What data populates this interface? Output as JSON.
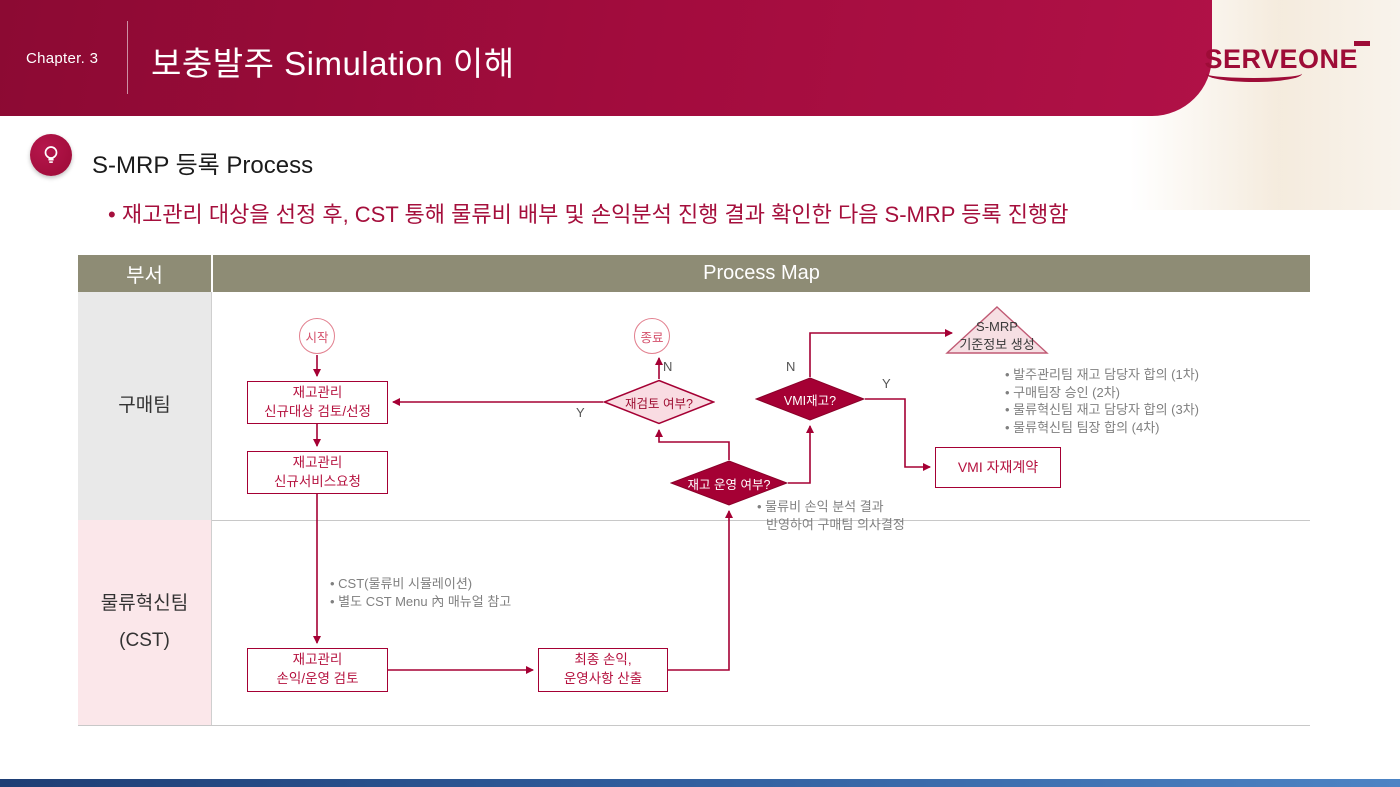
{
  "header": {
    "chapter": "Chapter. 3",
    "title": "보충발주 Simulation 이해",
    "brand": "SERVEONE"
  },
  "section": {
    "heading": "S-MRP 등록 Process",
    "bullet": "재고관리 대상을 선정 후, CST 통해 물류비 배부 및 손익분석 진행 결과 확인한 다음 S-MRP 등록 진행함"
  },
  "table": {
    "col_department": "부서",
    "col_process": "Process Map",
    "lanes": [
      {
        "label": "구매팀",
        "sublabel": ""
      },
      {
        "label": "물류혁신팀",
        "sublabel": "(CST)"
      }
    ]
  },
  "flowchart": {
    "nodes": {
      "start": {
        "label": "시작"
      },
      "end": {
        "label": "종료"
      },
      "box_review": {
        "line1": "재고관리",
        "line2": "신규대상 검토/선정"
      },
      "box_request": {
        "line1": "재고관리",
        "line2": "신규서비스요청"
      },
      "box_cost_review": {
        "line1": "재고관리",
        "line2": "손익/운영 검토"
      },
      "box_final": {
        "line1": "최종 손익,",
        "line2": "운영사항 산출"
      },
      "diamond_recheck": {
        "label": "재검토 여부?"
      },
      "diamond_vmi": {
        "label": "VMI재고?"
      },
      "diamond_operate": {
        "label": "재고 운영 여부?"
      },
      "triangle_smrp": {
        "line1": "S-MRP",
        "line2": "기준정보 생성"
      },
      "box_vmi_contract": {
        "label": "VMI 자재계약"
      }
    },
    "branch_labels": {
      "recheck_n": "N",
      "recheck_y": "Y",
      "vmi_n": "N",
      "vmi_y": "Y"
    },
    "notes": {
      "approvals": [
        "발주관리팀 재고 담당자 합의 (1차)",
        "구매팀장 승인 (2차)",
        "물류혁신팀 재고 담당자 합의 (3차)",
        "물류혁신팀 팀장 합의 (4차)"
      ],
      "decision": [
        "물류비 손익 분석 결과",
        "반영하여 구매팀 의사결정"
      ],
      "cst": [
        "CST(물류비 시뮬레이션)",
        "별도 CST Menu 內 매뉴얼 참고"
      ]
    }
  },
  "colors": {
    "accent": "#A50034",
    "header_olive": "#8E8C75",
    "lane1_bg": "#E9E9E9",
    "lane2_bg": "#FBE7EA",
    "note_gray": "#808080",
    "footer_blue_start": "#1E3E74",
    "footer_blue_end": "#4D84C4"
  }
}
